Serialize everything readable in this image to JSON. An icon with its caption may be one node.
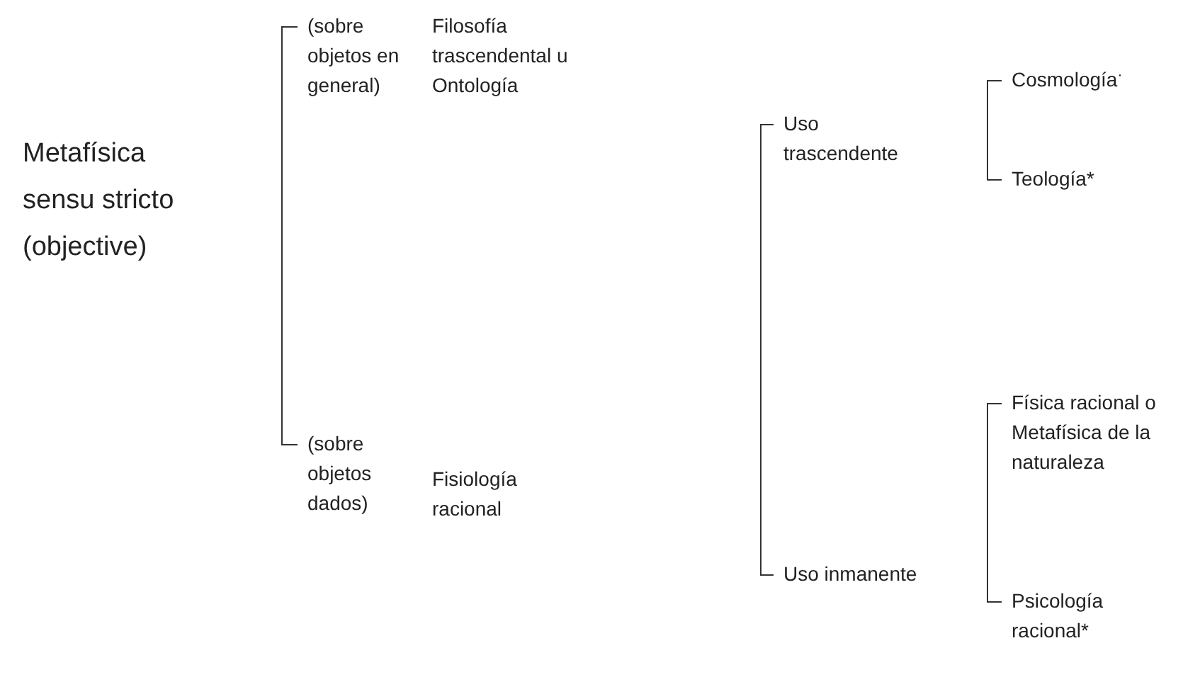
{
  "diagram": {
    "nodes": [
      {
        "text": [
          "Metafísica sensu stricto (objective)"
        ]
      },
      {
        "text": [
          "(sobre objetos en general)"
        ]
      },
      {
        "text": [
          "Filosofía trascendental u Ontología"
        ]
      },
      {
        "text": [
          "(sobre objetos dados)"
        ]
      },
      {
        "text": [
          "Fisiología racional"
        ]
      },
      {
        "text": [
          "Uso trascendente"
        ]
      },
      {
        "text": [
          "Uso inmanente"
        ]
      },
      {
        "text": [
          "Cosmología$^{·}$"
        ]
      },
      {
        "text": [
          "Teología*"
        ]
      },
      {
        "text": [
          "Física racional o Metafísica de la naturaleza"
        ]
      },
      {
        "text": [
          "Psicología racional*"
        ]
      }
    ],
    "edges": [
      {
        "from": 1,
        "to": 3,
        "arrow": "none"
      },
      {
        "from": 5,
        "to": 6,
        "arrow": "none"
      },
      {
        "from": 7,
        "to": 8,
        "arrow": "none"
      },
      {
        "from": 9,
        "to": 10,
        "arrow": "none"
      }
    ]
  }
}
